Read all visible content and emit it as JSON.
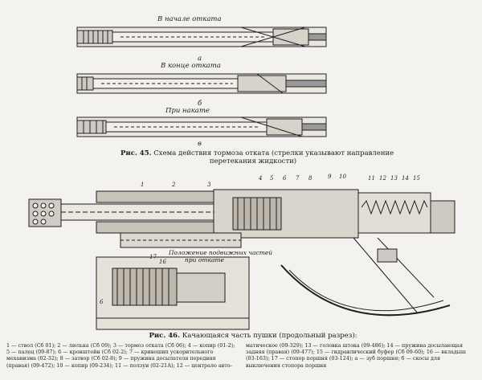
{
  "top_labels": {
    "a_title": "В начале отката",
    "a_letter": "а",
    "b_title": "В конце отката",
    "b_letter": "б",
    "c_title": "При накате",
    "c_letter": "в"
  },
  "fig45": {
    "number": "Рис. 45.",
    "text": "Схема действия тормоза отката (стрелки указывают направление",
    "text2": "перетекания жидкости)"
  },
  "fig46_part_numbers": [
    "1",
    "2",
    "3",
    "4",
    "5",
    "6",
    "7",
    "8",
    "9",
    "10",
    "11",
    "12",
    "13",
    "14",
    "15",
    "16",
    "17",
    "6"
  ],
  "moving_parts_label_1": "Положение подвижных частей",
  "moving_parts_label_2": "при откате",
  "fig46": {
    "number": "Рис. 46.",
    "text": "Качающаяся часть пушки (продольный разрез):"
  },
  "legend": {
    "left": "1 — ствол (Сб 01); 2 — люлька (Сб 09); 3 — тормоз отката (Сб 06); 4 — копир (01-2); 5 — палец (09-87); 6 — кронштейн (Сб 02-2); 7 — кривошип ускорительного механизма (02-32); 8 — затвор (Сб 02-8); 9 — пружина досылателя передняя (правая) (09-472); 10 — копир (09-234); 11 — ползун (02-21А); 12 — централо авто-",
    "right": "матическое (09-329); 13 — головка штока (09-486); 14 — пружина досылающая задняя (правая) (09-477); 15 — гидравлический буфер (Сб 09-60); 16 — вкладыш (03-163); 17 — стопор поршня (03-124); а — зуб поршня; б — скосы для выключения стопора поршня"
  }
}
